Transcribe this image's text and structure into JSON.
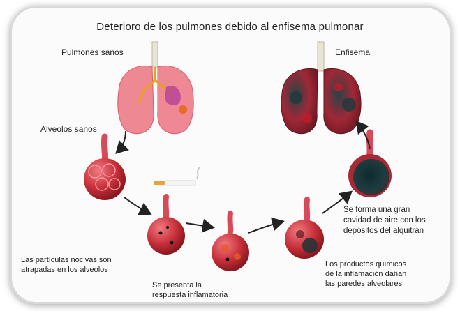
{
  "title": "Deterioro de los pulmones debido al enfisema pulmonar",
  "labels": {
    "healthy_lungs": "Pulmones sanos",
    "emphysema": "Enfisema",
    "healthy_alveoli": "Alveolos sanos",
    "step1": [
      "Las partículas nocivas son",
      "atrapadas en los alveolos"
    ],
    "step2": [
      "Se presenta la",
      "respuesta inflamatoria"
    ],
    "step3": [
      "Los productos químicos",
      "de la inflamación dañan",
      "las paredes alveolares"
    ],
    "step4": [
      "Se forma una gran",
      "cavidad de aire con los",
      "depósitos del alquitrán"
    ]
  },
  "colors": {
    "lung_healthy": "#e8707c",
    "lung_damaged": "#b02a35",
    "alveoli": "#d43a44",
    "cavity": "#1c3538",
    "arrow": "#222222"
  }
}
